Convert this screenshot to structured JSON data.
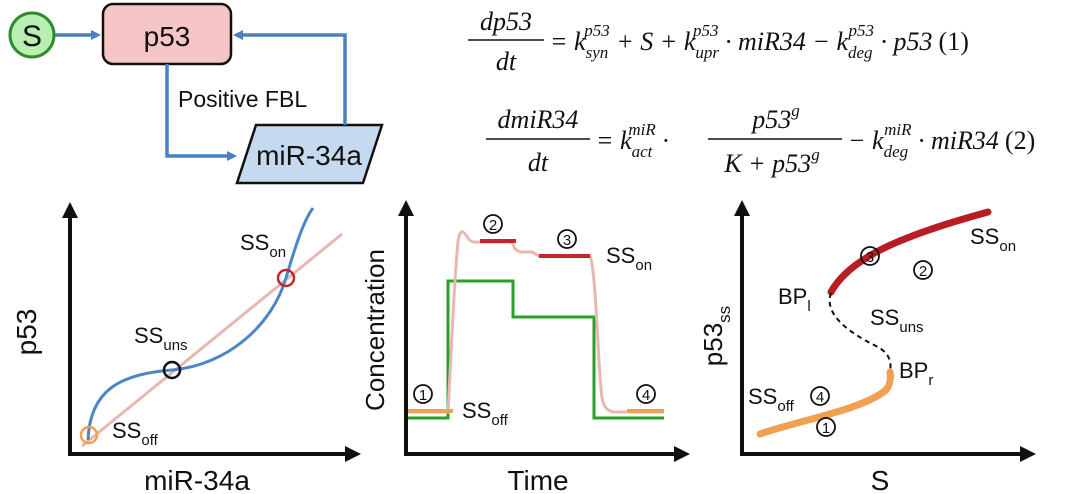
{
  "network": {
    "signal_label": "S",
    "p53_label": "p53",
    "mir_label": "miR-34a",
    "loop_label": "Positive FBL",
    "colors": {
      "signal_fill": "#b9efb1",
      "signal_stroke": "#2e8b2e",
      "p53_fill": "#f6c6c6",
      "mir_fill": "#c5d9ef",
      "arrow": "#4a7fc1"
    }
  },
  "equations": {
    "eq1": {
      "num": "dp53",
      "den": "dt",
      "rhs_a": "= k",
      "rhs_a_sub": "syn",
      "rhs_a_sup": "p53",
      "rhs_b": " + S + k",
      "rhs_b_sub": "upr",
      "rhs_b_sup": "p53",
      "rhs_c": " · miR34 − k",
      "rhs_c_sub": "deg",
      "rhs_c_sup": "p53",
      "rhs_d": " · p53",
      "number": "(1)"
    },
    "eq2": {
      "num": "dmiR34",
      "den": "dt",
      "rhs_a": "= k",
      "rhs_a_sub": "act",
      "rhs_a_sup": "miR",
      "frac_num": "p53",
      "frac_num_sup": "g",
      "frac_den": "K + p53",
      "frac_den_sup": "g",
      "rhs_c": "− k",
      "rhs_c_sub": "deg",
      "rhs_c_sup": "miR",
      "rhs_d": " · miR34",
      "number": "(2)"
    }
  },
  "panel1": {
    "xlabel": "miR-34a",
    "ylabel": "p53",
    "ss_on": "SS",
    "ss_on_sub": "on",
    "ss_uns": "SS",
    "ss_uns_sub": "uns",
    "ss_off": "SS",
    "ss_off_sub": "off",
    "colors": {
      "blue_curve": "#4a86c8",
      "pink_line": "#e8b7b2",
      "on": "#c0282d",
      "uns": "#111111",
      "off": "#f0a050"
    }
  },
  "panel2": {
    "xlabel": "Time",
    "ylabel": "Concentration",
    "marker1": "1",
    "marker2": "2",
    "marker3": "3",
    "marker4": "4",
    "ss_on": "SS",
    "ss_on_sub": "on",
    "ss_off": "SS",
    "ss_off_sub": "off",
    "colors": {
      "green": "#2aa02a",
      "pink": "#e8b7b2",
      "orange": "#f0a050",
      "red": "#c0282d"
    }
  },
  "panel3": {
    "xlabel": "S",
    "ylabel": "p53",
    "ylabel_sub": "ss",
    "bp_l": "BP",
    "bp_l_sub": "l",
    "bp_r": "BP",
    "bp_r_sub": "r",
    "ss_on": "SS",
    "ss_on_sub": "on",
    "ss_uns": "SS",
    "ss_uns_sub": "uns",
    "ss_off": "SS",
    "ss_off_sub": "off",
    "marker1": "1",
    "marker2": "2",
    "marker3": "3",
    "marker4": "4",
    "colors": {
      "upper": "#b81d24",
      "lower": "#f0a050",
      "dashed": "#111111"
    }
  }
}
